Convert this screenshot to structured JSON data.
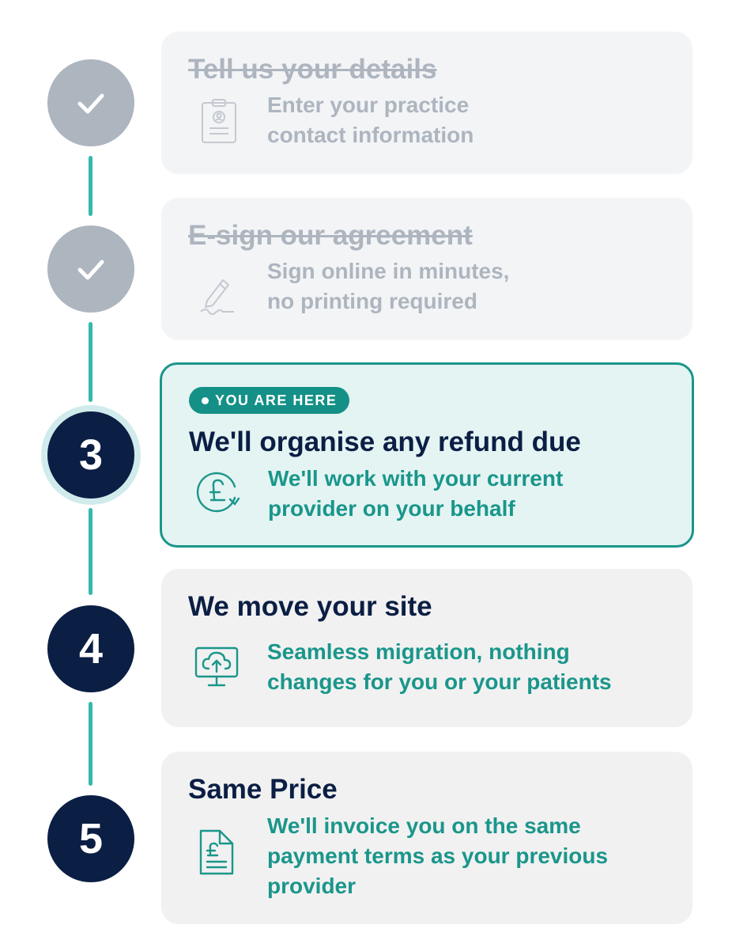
{
  "colors": {
    "accent": "#1a968b",
    "navy": "#0b1e44",
    "done_grey": "#adb5bf",
    "connector": "#35b8ad"
  },
  "steps": [
    {
      "status": "completed",
      "marker": "check-icon",
      "title": "Tell us your details",
      "description_line1": "Enter your practice",
      "description_line2": "contact information",
      "icon": "clipboard-id-icon"
    },
    {
      "status": "completed",
      "marker": "check-icon",
      "title": "E-sign our agreement",
      "description_line1": "Sign online in minutes,",
      "description_line2": "no printing required",
      "icon": "pen-signature-icon"
    },
    {
      "status": "current",
      "number": "3",
      "badge": "YOU ARE HERE",
      "title": "We'll organise any refund due",
      "description_line1": "We'll work with your current",
      "description_line2": "provider on your behalf",
      "icon": "pound-refund-icon"
    },
    {
      "status": "upcoming",
      "number": "4",
      "title": "We move your site",
      "description_line1": "Seamless migration, nothing",
      "description_line2": "changes for you or your patients",
      "icon": "cloud-upload-monitor-icon"
    },
    {
      "status": "upcoming",
      "number": "5",
      "title": "Same Price",
      "description_line1": "We'll invoice you on the same",
      "description_line2": "payment terms as your previous",
      "description_line3": "provider",
      "icon": "pound-invoice-icon"
    }
  ]
}
